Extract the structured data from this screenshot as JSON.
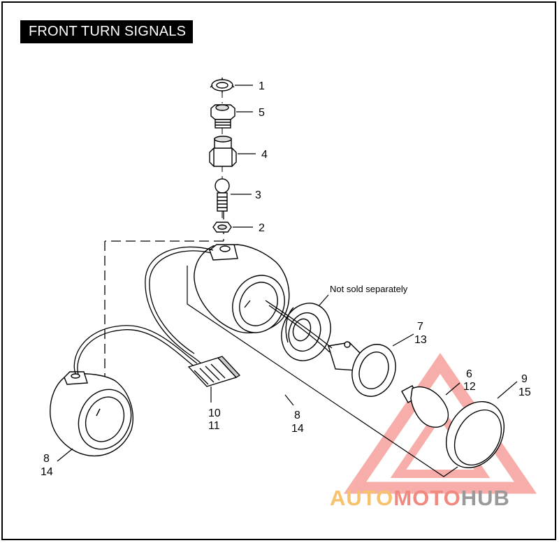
{
  "title": "FRONT TURN SIGNALS",
  "note": "Not sold separately",
  "callouts": [
    {
      "id": "c1",
      "lines": [
        "1"
      ]
    },
    {
      "id": "c5",
      "lines": [
        "5"
      ]
    },
    {
      "id": "c4",
      "lines": [
        "4"
      ]
    },
    {
      "id": "c3",
      "lines": [
        "3"
      ]
    },
    {
      "id": "c2",
      "lines": [
        "2"
      ]
    },
    {
      "id": "c7",
      "lines": [
        "7",
        "13"
      ]
    },
    {
      "id": "c6",
      "lines": [
        "6",
        "12"
      ]
    },
    {
      "id": "c9",
      "lines": [
        "9",
        "15"
      ]
    },
    {
      "id": "c10",
      "lines": [
        "10",
        "11"
      ]
    },
    {
      "id": "c8a",
      "lines": [
        "8",
        "14"
      ]
    },
    {
      "id": "c8b",
      "lines": [
        "8",
        "14"
      ]
    }
  ],
  "watermark": {
    "parts": [
      {
        "text": "AUTO",
        "color": "#f6c26b"
      },
      {
        "text": "MOTO",
        "color": "#f08a80"
      },
      {
        "text": "HUB",
        "color": "#9a9a9a"
      }
    ],
    "triangle_color": "#f26b63"
  }
}
